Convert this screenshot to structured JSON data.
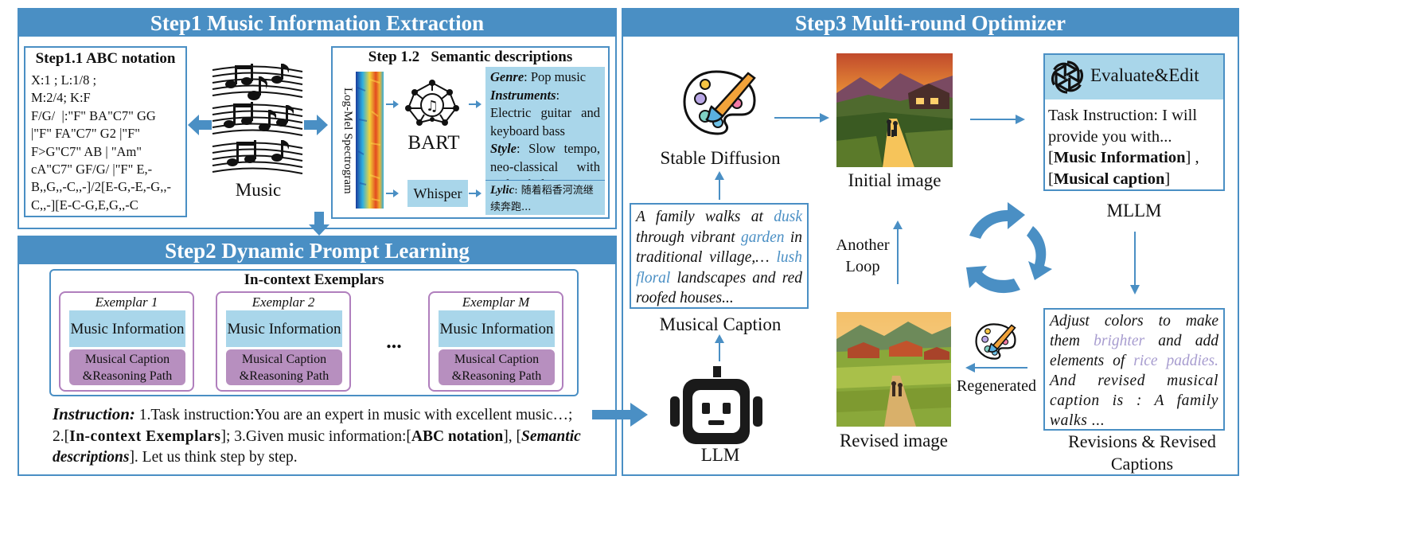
{
  "colors": {
    "accent": "#4a8fc4",
    "light_blue": "#a9d6ea",
    "purple": "#b78fbf",
    "lavender_text": "#a79ccf"
  },
  "step1": {
    "title": "Step1  Music Information Extraction",
    "abc": {
      "title": "Step1.1 ABC notation",
      "lines": [
        "X:1 ; L:1/8 ;",
        "M:2/4; K:F",
        "F/G/  |:\"F\" BA\"C7\" GG",
        "|\"F\" FA\"C7\" G2 |\"F\"",
        "F>G\"C7\" AB | \"Am\"",
        "cA\"C7\" GF/G/ |\"F\" E,-",
        "B,,G,,-C,,-]/2[E-G,-E,-G,,-",
        "C,,-][E-C-G,E,G,,-C"
      ]
    },
    "music_label": "Music",
    "music_icon": "music-staff-icon",
    "semantic": {
      "title": "Step 1.2   Semantic descriptions",
      "spectrogram_label": "Log-Mel Spectrogram",
      "bart_label": "BART",
      "bart_icon": "neural-network-icon",
      "whisper_label": "Whisper",
      "genre_key": "Genre",
      "genre_val": ": Pop music",
      "instruments_key": "Instruments",
      "instruments_val": ": Electric guitar and keyboard bass",
      "style_key": "Style",
      "style_val": ": Slow tempo, neo-classical with melancholic",
      "lyric_key": "Lylic",
      "lyric_val": ": 随着稻香河流继续奔跑..."
    }
  },
  "step2": {
    "title": "Step2  Dynamic Prompt Learning",
    "exemplars_title": "In-context Exemplars",
    "exemplars": [
      {
        "name": "Exemplar 1",
        "info": "Music Information",
        "caption": "Musical Caption &Reasoning Path"
      },
      {
        "name": "Exemplar 2",
        "info": "Music Information",
        "caption": "Musical Caption &Reasoning Path"
      },
      {
        "name": "Exemplar M",
        "info": "Music Information",
        "caption": "Musical Caption &Reasoning Path"
      }
    ],
    "ellipsis": "...",
    "instruction": {
      "label": "Instruction:",
      "p1": " 1.Task instruction:You are an expert in music with excellent music…; 2.[",
      "b1": "In-context Exemplars",
      "p2": "]; 3.Given music information:[",
      "b2": "ABC notation",
      "p3": "], [",
      "b3": "Semantic descriptions",
      "p4": "]. Let us think step by step."
    }
  },
  "step3": {
    "title": "Step3  Multi-round Optimizer",
    "sd_label": "Stable Diffusion",
    "sd_icon": "palette-brush-icon",
    "caption": {
      "t1": "A family walks at ",
      "h1": "dusk",
      "t2": " through vibrant ",
      "h2": "garden",
      "t3": " in traditional village,… ",
      "h3": "lush floral",
      "t4": " landscapes and red roofed houses..."
    },
    "musical_caption_label": "Musical Caption",
    "llm_label": "LLM",
    "llm_icon": "robot-icon",
    "initial_image_label": "Initial image",
    "revised_image_label": "Revised image",
    "another_loop": "Another Loop",
    "regenerated": "Regenerated",
    "mllm": {
      "header": "Evaluate&Edit",
      "header_icon": "openai-logo-icon",
      "t1": "Task Instruction: I will provide you with... [",
      "b1": "Music Information",
      "t2": "] , [",
      "b2": "Musical caption",
      "t3": "]",
      "label": "MLLM"
    },
    "revision": {
      "t1": "Adjust colors to make them ",
      "h1": "brighter",
      "t2": " and add elements of ",
      "h2": "rice paddies.",
      "t3": " And revised musical caption is :  A family walks ..."
    },
    "revisions_label": "Revisions & Revised Captions",
    "cycle_icon": "refresh-cycle-icon"
  }
}
